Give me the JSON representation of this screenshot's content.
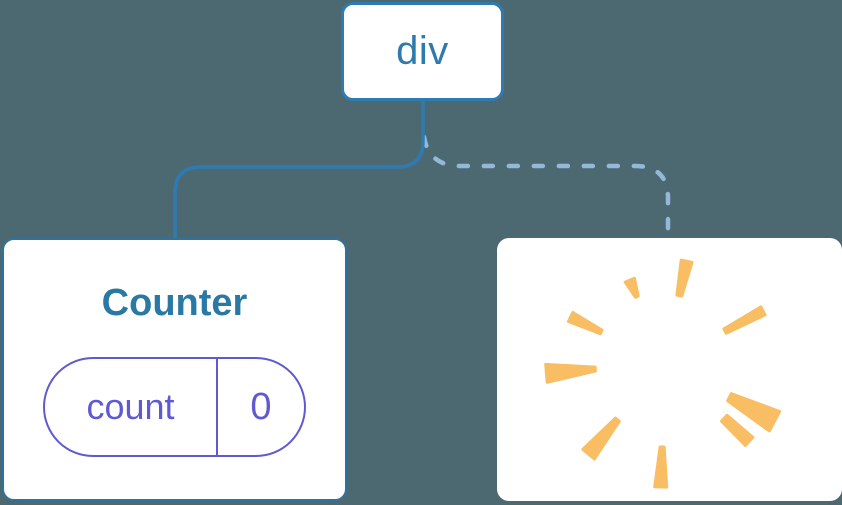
{
  "diagram": {
    "background_color": "#4c6972",
    "nodes": [
      {
        "id": "div",
        "label": "div",
        "type": "host-element"
      },
      {
        "id": "counter",
        "label": "Counter",
        "type": "component",
        "state": {
          "key": "count",
          "value": "0"
        }
      },
      {
        "id": "removed",
        "label": "",
        "type": "removed-component",
        "icon": "poof-burst-icon"
      }
    ],
    "edges": [
      {
        "from": "div",
        "to": "counter",
        "style": "solid"
      },
      {
        "from": "div",
        "to": "removed",
        "style": "dashed"
      }
    ],
    "colors": {
      "background": "#4c6972",
      "card_bg": "#ffffff",
      "node_border": "#2e7bb2",
      "node_text": "#2e7bab",
      "counter_border": "#2e739f",
      "counter_title": "#2a78a4",
      "state_accent": "#5f59d2",
      "solid_edge": "#2e7bb2",
      "dashed_edge": "#95b8d8",
      "poof": "#f9bd63"
    }
  }
}
